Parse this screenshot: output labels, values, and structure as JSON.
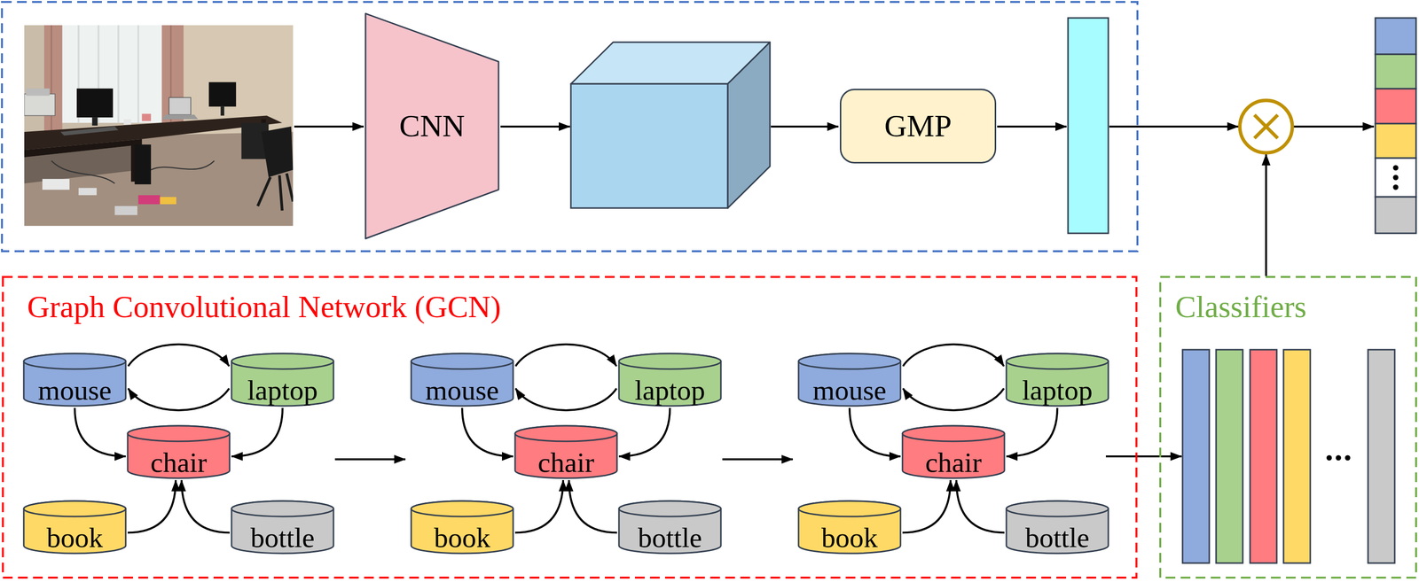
{
  "diagram": {
    "nodes": [
      {
        "text": [
          "CNN"
        ]
      },
      {
        "text": [
          "GMP"
        ]
      },
      {
        "text": [
          "Graph Convolutional Network (GCN)"
        ]
      },
      {
        "text": [
          "mouse"
        ],
        "in": 2
      },
      {
        "text": [
          "laptop"
        ],
        "in": 2
      },
      {
        "text": [
          "chair"
        ],
        "in": 2
      },
      {
        "text": [
          "book"
        ],
        "in": 2
      },
      {
        "text": [
          "bottle"
        ],
        "in": 2
      },
      {
        "text": [
          "mouse"
        ],
        "in": 2
      },
      {
        "text": [
          "laptop"
        ],
        "in": 2
      },
      {
        "text": [
          "chair"
        ],
        "in": 2
      },
      {
        "text": [
          "book"
        ],
        "in": 2
      },
      {
        "text": [
          "bottle"
        ],
        "in": 2
      },
      {
        "text": [
          "mouse"
        ],
        "in": 2
      },
      {
        "text": [
          "laptop"
        ],
        "in": 2
      },
      {
        "text": [
          "chair"
        ],
        "in": 2
      },
      {
        "text": [
          "book"
        ],
        "in": 2
      },
      {
        "text": [
          "bottle"
        ],
        "in": 2
      },
      {
        "text": [
          "Classifiers"
        ]
      }
    ],
    "edges": [
      {
        "from": 3,
        "to": 4,
        "arrow": "to"
      },
      {
        "from": 4,
        "to": 3,
        "arrow": "to"
      },
      {
        "from": 3,
        "to": 5,
        "arrow": "to"
      },
      {
        "from": 4,
        "to": 5,
        "arrow": "to"
      },
      {
        "from": 6,
        "to": 5,
        "arrow": "to"
      },
      {
        "from": 7,
        "to": 5,
        "arrow": "to"
      },
      {
        "from": 8,
        "to": 9,
        "arrow": "to"
      },
      {
        "from": 9,
        "to": 8,
        "arrow": "to"
      },
      {
        "from": 8,
        "to": 10,
        "arrow": "to"
      },
      {
        "from": 9,
        "to": 10,
        "arrow": "to"
      },
      {
        "from": 11,
        "to": 10,
        "arrow": "to"
      },
      {
        "from": 12,
        "to": 10,
        "arrow": "to"
      },
      {
        "from": 13,
        "to": 14,
        "arrow": "to"
      },
      {
        "from": 14,
        "to": 13,
        "arrow": "to"
      },
      {
        "from": 13,
        "to": 15,
        "arrow": "to"
      },
      {
        "from": 14,
        "to": 15,
        "arrow": "to"
      },
      {
        "from": 16,
        "to": 15,
        "arrow": "to"
      },
      {
        "from": 17,
        "to": 15,
        "arrow": "to"
      },
      {
        "from": 2,
        "to": 18,
        "arrow": "to"
      }
    ]
  }
}
